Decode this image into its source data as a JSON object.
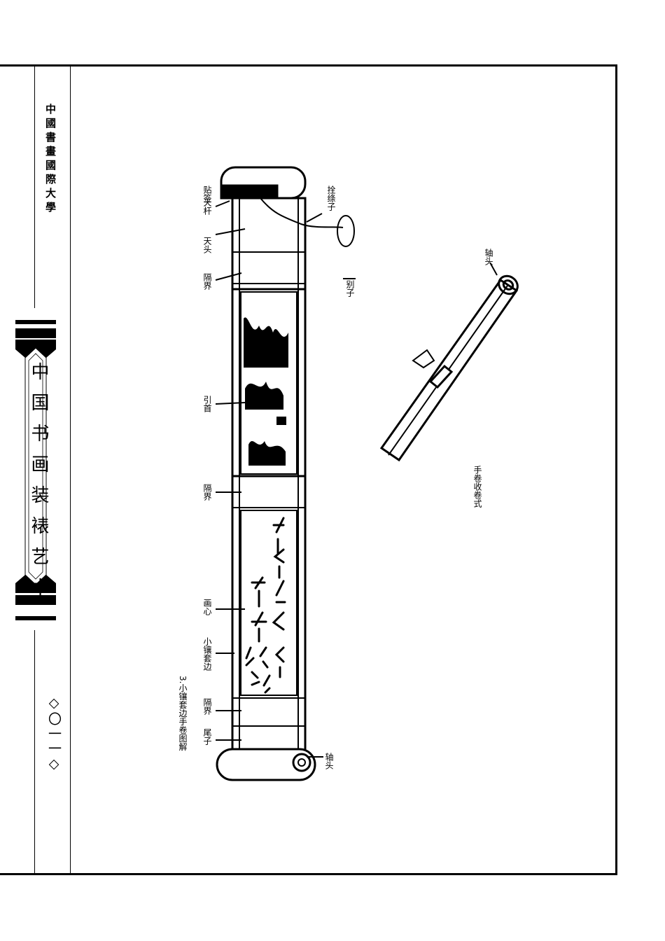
{
  "sidebar": {
    "institution": "中國書畫國際大學",
    "book_title": "中国书画装裱艺术",
    "page_number": "◇〇一一◇"
  },
  "figure": {
    "caption": "3.小镶套边手卷图解",
    "collected_caption": "手卷收卷式",
    "labels": {
      "tiejian": "贴签",
      "tiangan": "天杆",
      "shuandaizi": "拴绦子",
      "tiantou": "天头",
      "gejie_top": "隔界",
      "biezi": "别子",
      "yinshou": "引首",
      "gejie_mid": "隔界",
      "huaxin": "画心",
      "xiaoxiang": "小镶套边",
      "gejie_low": "隔界",
      "weizi": "尾子",
      "zhoutou_open": "轴头",
      "zhoutou_rolled": "轴头"
    }
  }
}
